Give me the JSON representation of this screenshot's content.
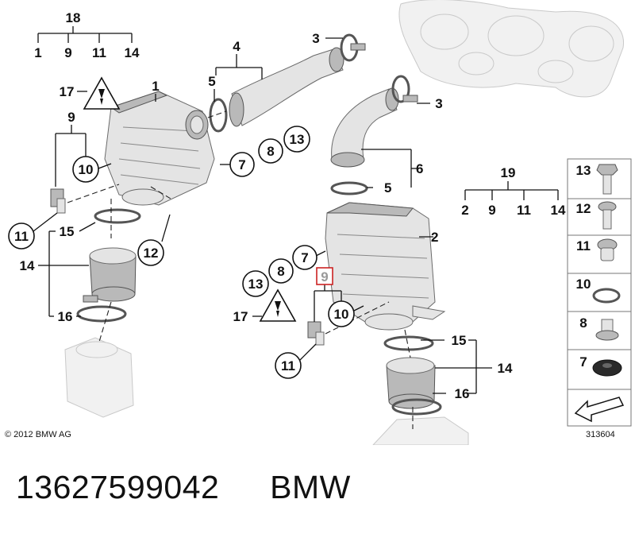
{
  "diagram": {
    "copyright": "© 2012 BMW AG",
    "reference_number": "313604",
    "highlighted_label": "9",
    "group_18": {
      "number": "18",
      "members": [
        "1",
        "9",
        "11",
        "14"
      ]
    },
    "group_19": {
      "number": "19",
      "members": [
        "2",
        "9",
        "11",
        "14"
      ]
    },
    "callouts": {
      "n1": "1",
      "n2": "2",
      "n3a": "3",
      "n3b": "3",
      "n4": "4",
      "n5a": "5",
      "n5b": "5",
      "n6": "6",
      "n7a": "7",
      "n7b": "7",
      "n8a": "8",
      "n8b": "8",
      "n9a": "9",
      "n9b": "9",
      "n10a": "10",
      "n10b": "10",
      "n11a": "11",
      "n11b": "11",
      "n12": "12",
      "n13a": "13",
      "n13b": "13",
      "n14a": "14",
      "n14b": "14",
      "n15a": "15",
      "n15b": "15",
      "n16a": "16",
      "n16b": "16",
      "n17a": "17",
      "n17b": "17"
    },
    "legend_items": [
      "13",
      "12",
      "11",
      "10",
      "8",
      "7"
    ]
  },
  "caption": {
    "part_number": "13627599042",
    "brand": "BMW"
  },
  "colors": {
    "highlight": "#cc2222",
    "part_fill": "#e4e4e4",
    "line": "#111111"
  }
}
